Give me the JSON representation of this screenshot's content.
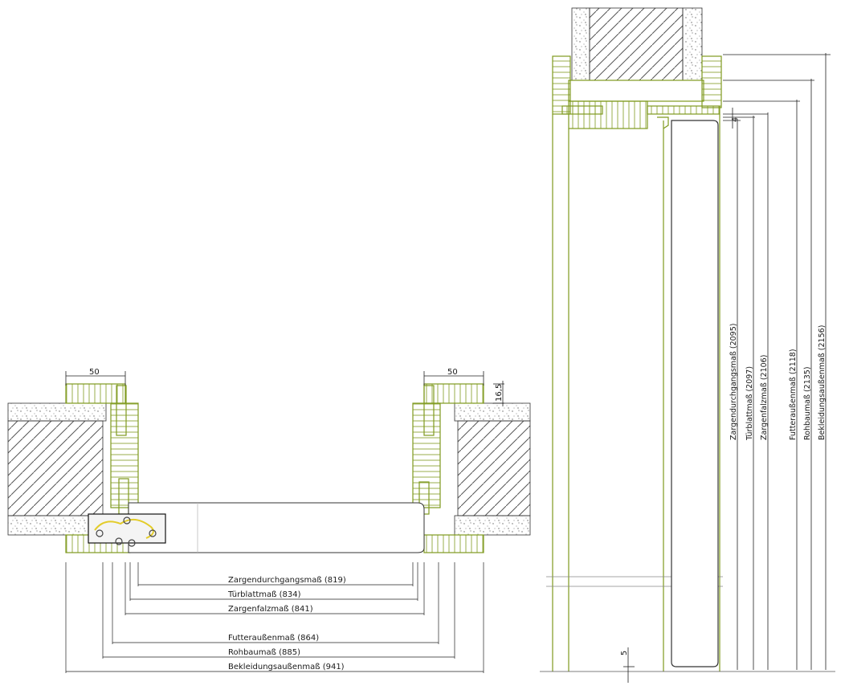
{
  "colors": {
    "frame_green": "#7f9a1e",
    "dimension_line": "#222222",
    "hatch": "#555555",
    "concrete_dots": "#666666",
    "hinge_yellow": "#e3cc2a"
  },
  "plan_view": {
    "top_dim_left": "50",
    "top_dim_right": "50",
    "side_dim": "16,5",
    "dimensions": [
      "Zargendurchgangsmaß (819)",
      "Türblattmaß (834)",
      "Zargenfalzmaß (841)",
      "Futteraußenmaß (864)",
      "Rohbaumaß (885)",
      "Bekleidungsaußenmaß (941)"
    ]
  },
  "elevation_view": {
    "top_small_dim": "4",
    "bottom_dim": "5",
    "dimensions": [
      "Zargendurchgangsmaß (2095)",
      "Türblattmaß (2097)",
      "Zargenfalzmaß (2106)",
      "Futteraußenmaß (2118)",
      "Rohbaumaß (2135)",
      "Bekleidungsaußenmaß (2156)"
    ]
  }
}
